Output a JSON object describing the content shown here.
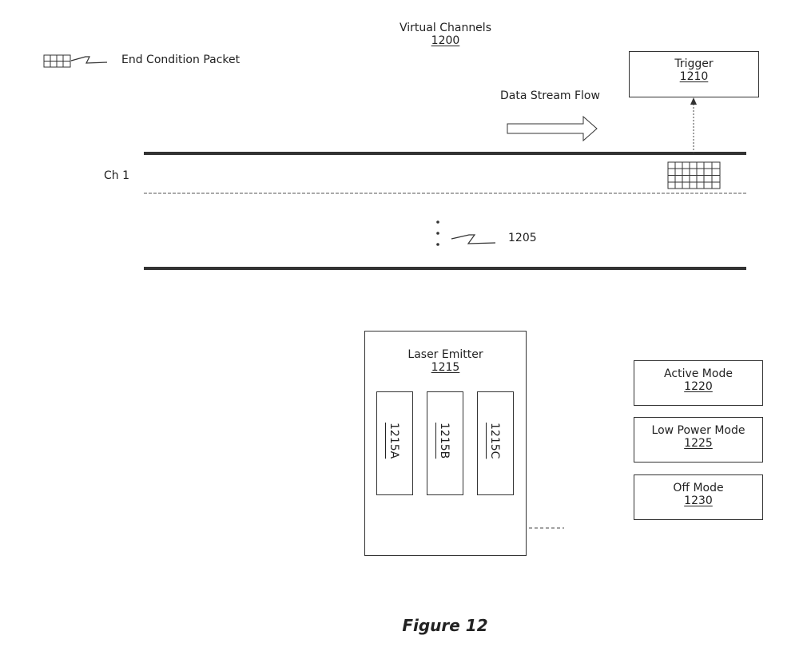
{
  "title": {
    "label": "Virtual Channels",
    "ref": "1200"
  },
  "legend": {
    "label": "End Condition Packet",
    "icon": "packet-grid-icon"
  },
  "flow": {
    "label": "Data Stream Flow",
    "icon": "right-arrow-icon"
  },
  "trigger": {
    "label": "Trigger",
    "ref": "1210"
  },
  "channel": {
    "label": "Ch 1",
    "ellipsis_ref": "1205"
  },
  "laser_emitter": {
    "label": "Laser Emitter",
    "ref": "1215",
    "elements": [
      {
        "ref": "1215A"
      },
      {
        "ref": "1215B"
      },
      {
        "ref": "1215C"
      }
    ]
  },
  "modes": [
    {
      "label": "Active Mode",
      "ref": "1220"
    },
    {
      "label": "Low Power Mode",
      "ref": "1225"
    },
    {
      "label": "Off Mode",
      "ref": "1230"
    }
  ],
  "caption": "Figure 12"
}
